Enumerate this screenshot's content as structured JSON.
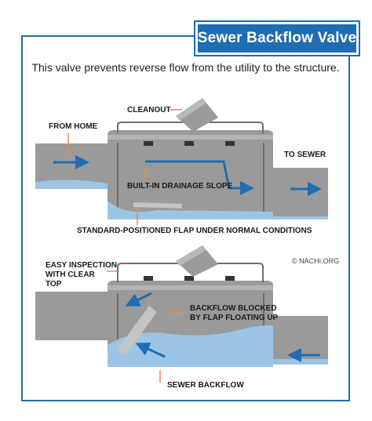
{
  "header": {
    "title": "Sewer Backflow Valve",
    "subtitle": "This valve prevents reverse flow from the utility to the structure."
  },
  "credit": "© NACHI.ORG",
  "top_diagram": {
    "labels": {
      "cleanout": "CLEANOUT",
      "from_home": "FROM HOME",
      "to_sewer": "TO SEWER",
      "drainage_slope": "BUILT-IN DRAINAGE SLOPE",
      "flap_normal": "STANDARD-POSITIONED FLAP UNDER NORMAL CONDITIONS"
    }
  },
  "bottom_diagram": {
    "labels": {
      "inspection_line1": "EASY INSPECTION",
      "inspection_line2": "WITH CLEAR",
      "inspection_line3": "TOP",
      "blocked_line1": "BACKFLOW BLOCKED",
      "blocked_line2": "BY FLAP FLOATING UP",
      "sewer_backflow": "SEWER BACKFLOW"
    }
  },
  "colors": {
    "accent": "#1f6db2",
    "pipe": "#9a9a9a",
    "pipe_dark": "#6e6e6e",
    "water": "#9cc4e4",
    "arrow": "#1f6db2",
    "pointer": "#f08a4b"
  }
}
